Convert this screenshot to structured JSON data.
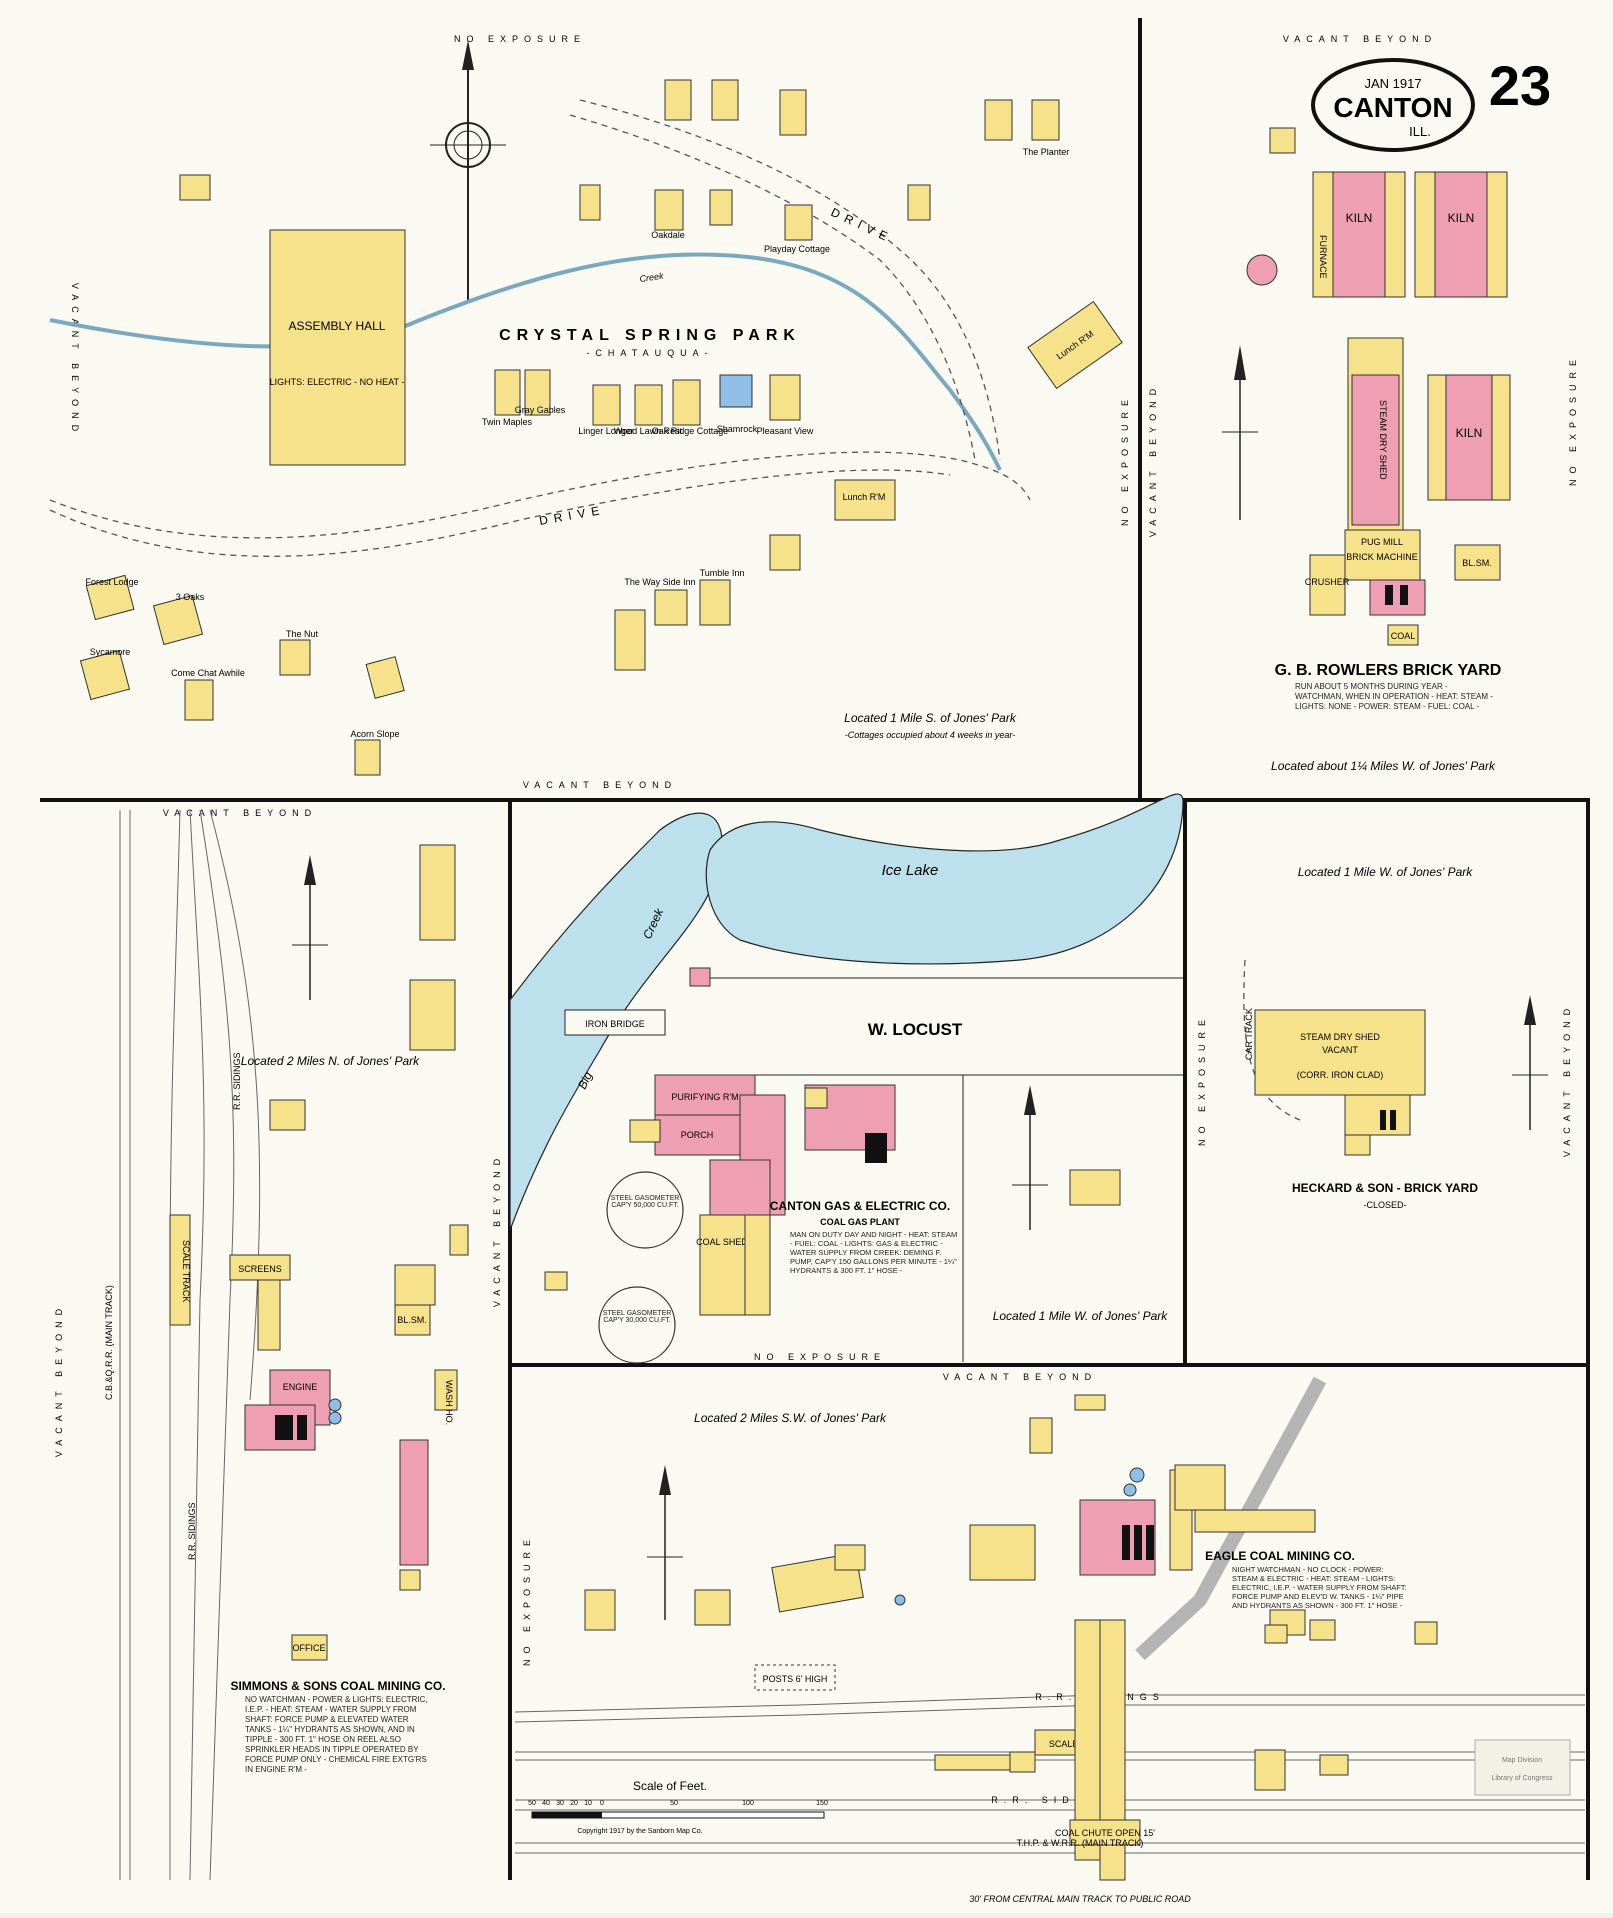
{
  "header": {
    "month_year": "JAN 1917",
    "city": "CANTON",
    "state": "ILL.",
    "sheet_number": "23"
  },
  "panel_top_left": {
    "edge_top": "NO EXPOSURE",
    "edge_left": "VACANT BEYOND",
    "edge_right": "NO EXPOSURE",
    "edge_bottom": "VACANT BEYOND",
    "park_name": "CRYSTAL SPRING PARK",
    "park_sub": "-CHATAUQUA-",
    "hall_name": "ASSEMBLY HALL",
    "hall_note": "LIGHTS: ELECTRIC - NO HEAT -",
    "creek": "Creek",
    "drive_1": "DRIVE",
    "drive_2": "DRIVE",
    "cottages": [
      "Twin Maples",
      "Gray Gables",
      "Linger Longer",
      "Wood Lawn Rest",
      "Oak Ridge Cottage",
      "Shamrock",
      "Pleasant View",
      "Oakdale",
      "Playday Cottage",
      "The Planter",
      "Forest Lodge",
      "3 Oaks",
      "Sycamore",
      "Come Chat Awhile",
      "The Nut",
      "Acorn Slope",
      "The Way Side Inn",
      "Tumble Inn",
      "Lunch R'M",
      "Lunch R'M"
    ],
    "location": "Located 1 Mile S. of Jones' Park",
    "location_note": "-Cottages occupied about 4 weeks in year-"
  },
  "panel_top_right": {
    "edge_top": "VACANT BEYOND",
    "edge_left": "VACANT BEYOND",
    "edge_right": "NO EXPOSURE",
    "kiln": "KILN",
    "furnace": "FURNACE",
    "steam_dry_shed": "STEAM DRY SHED",
    "pug_mill": "PUG MILL",
    "brick_machine": "BRICK MACHINE",
    "bl_sm": "BL.SM.",
    "coal": "COAL",
    "crusher": "CRUSHER",
    "title": "G. B. ROWLERS BRICK YARD",
    "note": "RUN ABOUT 5 MONTHS DURING YEAR - WATCHMAN, WHEN IN OPERATION - HEAT: STEAM - LIGHTS: NONE - POWER: STEAM - FUEL: COAL -",
    "location": "Located about 1¼ Miles W. of Jones' Park"
  },
  "panel_mid_left": {
    "edge_top": "VACANT BEYOND",
    "edge_left": "VACANT BEYOND",
    "edge_right": "VACANT BEYOND",
    "location": "Located 2 Miles N. of Jones' Park",
    "rr_sidings": "R.R. SIDINGS",
    "main_track": "C.B.&Q.R.R. (MAIN TRACK)",
    "rr_sidings_2": "R.R. SIDINGS",
    "scale_track": "SCALE TRACK",
    "screens": "SCREENS",
    "engine": "ENGINE",
    "office": "OFFICE",
    "wash_ho": "WASH HO.",
    "bl_sm": "BL.SM.",
    "title": "SIMMONS & SONS COAL MINING CO.",
    "note": "NO WATCHMAN - POWER & LIGHTS: ELECTRIC, I.E.P. - HEAT: STEAM - WATER SUPPLY FROM SHAFT: FORCE PUMP & ELEVATED WATER TANKS - 1¼\" HYDRANTS AS SHOWN, AND IN TIPPLE - 300 FT. 1\" HOSE ON REEL ALSO SPRINKLER HEADS IN TIPPLE OPERATED BY FORCE PUMP ONLY - CHEMICAL FIRE EXTG'RS IN ENGINE R'M -"
  },
  "panel_mid_center": {
    "lake": "Ice Lake",
    "creek": "Creek",
    "big": "Big",
    "iron_bridge": "IRON BRIDGE",
    "street": "W. LOCUST",
    "gasometer_1": "STEEL GASOMETER CAP'Y 50,000 CU.FT.",
    "gasometer_2": "STEEL GASOMETER CAP'Y 30,000 CU.FT.",
    "coal_shed": "COAL SHED",
    "purifying_rm": "PURIFYING R'M",
    "porch": "PORCH",
    "title": "CANTON GAS & ELECTRIC CO.",
    "subtitle": "COAL GAS PLANT",
    "note": "MAN ON DUTY DAY AND NIGHT - HEAT: STEAM - FUEL: COAL - LIGHTS: GAS & ELECTRIC - WATER SUPPLY FROM CREEK: DEMING F. PUMP, CAP'Y 150 GALLONS PER MINUTE - 1¼\" HYDRANTS & 300 FT. 1\" HOSE -",
    "edge_bottom": "NO EXPOSURE",
    "location": "Located 1 Mile W. of Jones' Park"
  },
  "panel_mid_right": {
    "location": "Located 1 Mile W. of Jones' Park",
    "edge_left": "NO EXPOSURE",
    "edge_right": "VACANT BEYOND",
    "shed": "STEAM DRY SHED",
    "shed_2": "VACANT",
    "shed_3": "(CORR. IRON CLAD)",
    "car_track": "CAR TRACK",
    "title": "HECKARD & SON - BRICK YARD",
    "status": "-CLOSED-"
  },
  "panel_bottom": {
    "edge_top": "VACANT BEYOND",
    "edge_left": "NO EXPOSURE",
    "location": "Located 2 Miles S.W. of Jones' Park",
    "title": "EAGLE COAL MINING CO.",
    "note": "NIGHT WATCHMAN - NO CLOCK - POWER: STEAM & ELECTRIC - HEAT: STEAM - LIGHTS: ELECTRIC, I.E.P. - WATER SUPPLY FROM SHAFT: FORCE PUMP AND ELEV'D W. TANKS - 1¼\" PIPE AND HYDRANTS AS SHOWN - 300 FT. 1\" HOSE -",
    "rr_sidings": "R.R. SIDINGS",
    "rr_siding": "R.R. SIDING",
    "scale_track": "SCALE TRACK",
    "main_track": "T.H.P. & W.R.R. (MAIN TRACK)",
    "coal_chute": "COAL CHUTE OPEN 15'",
    "footer": "30' FROM CENTRAL MAIN TRACK TO PUBLIC ROAD",
    "posts": "POSTS 6' HIGH",
    "scale_label": "Scale of Feet.",
    "scale_ticks": [
      "50",
      "40",
      "30",
      "20",
      "10",
      "0",
      "50",
      "100",
      "150"
    ],
    "copyright": "Copyright 1917 by the Sanborn Map Co.",
    "stamp_1": "Map Division",
    "stamp_2": "Library of Congress"
  }
}
